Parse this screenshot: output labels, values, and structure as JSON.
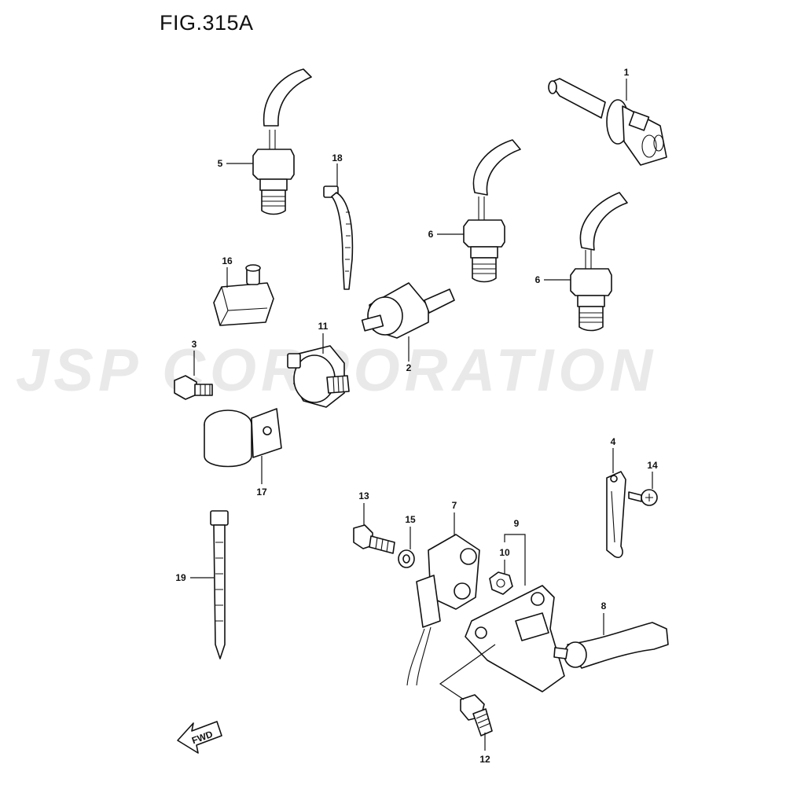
{
  "title": "FIG.315A",
  "watermark": "JSP CORPORATION",
  "fwd_label": "FWD",
  "callouts": {
    "c1": "1",
    "c2": "2",
    "c3": "3",
    "c4": "4",
    "c5": "5",
    "c6a": "6",
    "c6b": "6",
    "c7": "7",
    "c8": "8",
    "c9": "9",
    "c10": "10",
    "c11": "11",
    "c12": "12",
    "c13": "13",
    "c14": "14",
    "c15": "15",
    "c16": "16",
    "c17": "17",
    "c18": "18",
    "c19": "19"
  }
}
